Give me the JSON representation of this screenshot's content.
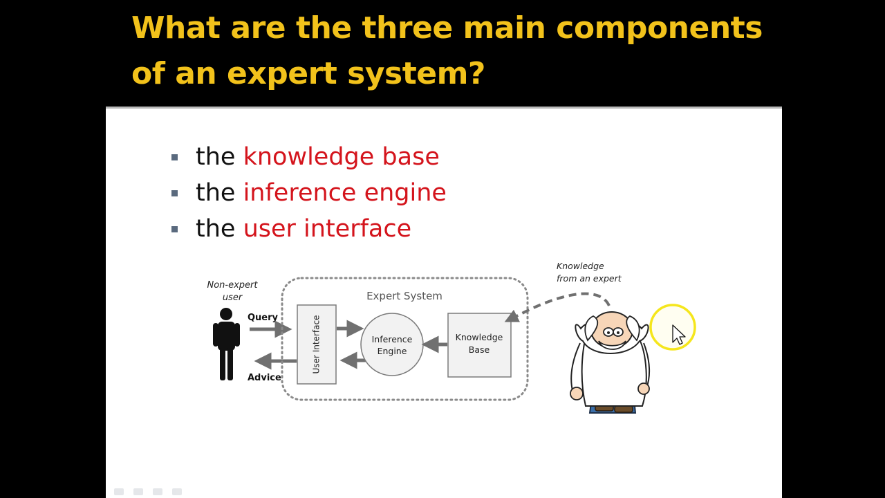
{
  "slide": {
    "title": "What are the three main components of an expert system?",
    "bullets": [
      {
        "prefix": "the ",
        "highlight": "knowledge base"
      },
      {
        "prefix": "the ",
        "highlight": "inference engine"
      },
      {
        "prefix": "the ",
        "highlight": "user interface"
      }
    ]
  },
  "diagram": {
    "user_label_line1": "Non-expert",
    "user_label_line2": "user",
    "query_label": "Query",
    "advice_label": "Advice",
    "system_label": "Expert System",
    "user_interface_label": "User Interface",
    "inference_line1": "Inference",
    "inference_line2": "Engine",
    "kb_line1": "Knowledge",
    "kb_line2": "Base",
    "expert_label_line1": "Knowledge",
    "expert_label_line2": "from an expert"
  },
  "colors": {
    "title": "#f2c21b",
    "highlight": "#d4141c",
    "background": "#000000",
    "cursor_ring": "#f5e61c"
  },
  "icons": [
    "person-silhouette-icon",
    "expert-cartoon-icon",
    "mouse-cursor-icon"
  ]
}
